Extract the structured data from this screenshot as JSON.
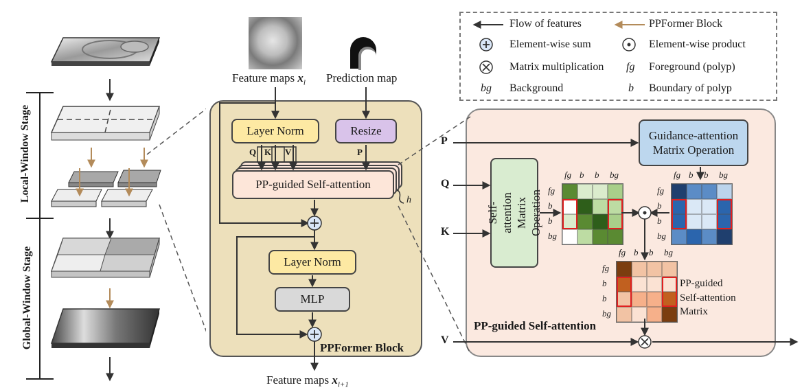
{
  "stages": {
    "local": "Local-Window Stage",
    "global": "Global-Window Stage"
  },
  "inputs": {
    "feature_maps_in": "Feature maps",
    "feature_maps_in_sym": "x",
    "feature_maps_in_sub": "l",
    "prediction_map": "Prediction map",
    "feature_maps_out": "Feature maps",
    "feature_maps_out_sym": "x",
    "feature_maps_out_sub": "l+1"
  },
  "block": {
    "layer_norm_1": "Layer Norm",
    "resize": "Resize",
    "q": "Q",
    "k": "K",
    "v": "V",
    "p": "P",
    "pp_attention": "PP-guided Self-attention",
    "heads": "h",
    "layer_norm_2": "Layer Norm",
    "mlp": "MLP",
    "title": "PPFormer Block"
  },
  "legend": {
    "flow": "Flow of features",
    "ppformer": "PPFormer Block",
    "sum": "Element-wise sum",
    "product": "Element-wise product",
    "matmul": "Matrix multiplication",
    "fg_sym": "fg",
    "fg": "Foreground (polyp)",
    "bg_sym": "bg",
    "bg": "Background",
    "b_sym": "b",
    "b": "Boundary of polyp"
  },
  "detail": {
    "p": "P",
    "q": "Q",
    "k": "K",
    "v": "V",
    "guidance": "Guidance-attention Matrix Operation",
    "self_attention": "Self-attention Matrix Operation",
    "matrix_label_1": "PP-guided",
    "matrix_label_2": "Self-attention",
    "matrix_label_3": "Matrix",
    "title": "PP-guided Self-attention",
    "axis": [
      "fg",
      "b",
      "b",
      "bg"
    ]
  },
  "colors": {
    "block_bg": "#ede0bb",
    "detail_bg": "#fbe9e0",
    "layer_norm": "#fde9a3",
    "resize": "#d9c3ea",
    "attention": "#fde6d9",
    "mlp": "#d9d9d9",
    "guidance": "#bdd7ee",
    "self_attn": "#d9ecd0",
    "brown_arrow": "#b38b5a",
    "highlight": "#e02020"
  }
}
